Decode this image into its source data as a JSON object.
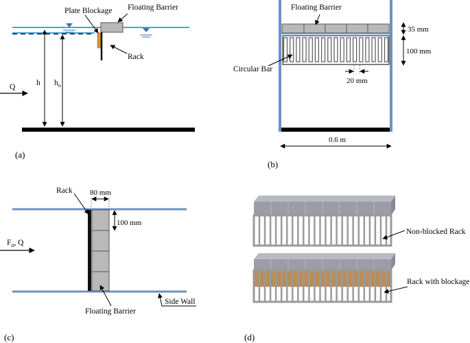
{
  "colors": {
    "water": "#3fa9d6",
    "wall": "#6e90c4",
    "barrier_fill": "#b9b9b9",
    "barrier_stroke": "#555555",
    "rack": "#111111",
    "plate": "#d49a2a",
    "render_grey": "#a6a6a6",
    "render_top": "#9a9aa6",
    "render_blockage": "#b98d5a"
  },
  "panel_a": {
    "label_plate_blockage": "Plate Blockage",
    "label_floating_barrier": "Floating Barrier",
    "label_rack": "Rack",
    "label_q": "Q",
    "label_h": "h",
    "label_h0_main": "h",
    "label_h0_sub": "o",
    "panel_id": "(a)"
  },
  "panel_b": {
    "label_floating_barrier": "Floating Barrier",
    "label_circular_bar": "Circular Bar",
    "dim_35": "35 mm",
    "dim_100": "100 mm",
    "dim_20": "20 mm",
    "dim_width": "0.6 m",
    "panel_id": "(b)"
  },
  "panel_c": {
    "label_rack": "Rack",
    "dim_80": "80 mm",
    "dim_100": "100 mm",
    "label_force_main": "F",
    "label_force_sub": "o",
    "label_force_rest": ", Q",
    "label_floating_barrier": "Floating Barrier",
    "label_side_wall": "Side Wall",
    "panel_id": "(c)"
  },
  "panel_d": {
    "label_non_blocked": "Non-blocked Rack",
    "label_with_blockage": "Rack with blockage",
    "panel_id": "(d)"
  }
}
